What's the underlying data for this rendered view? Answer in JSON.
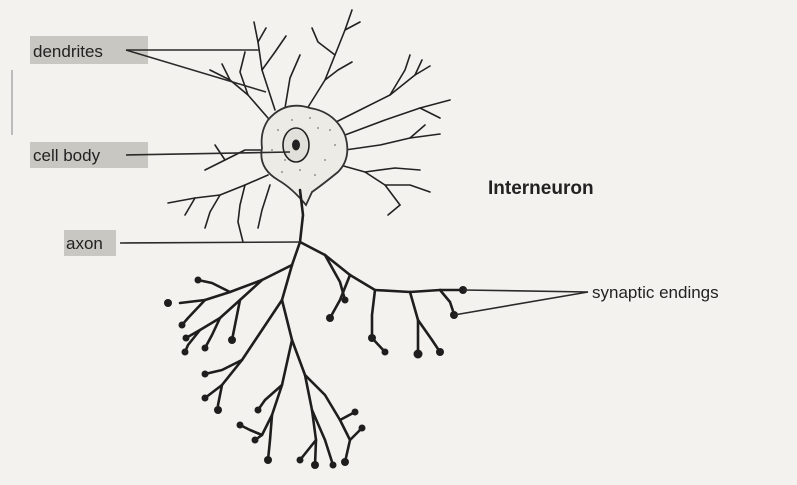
{
  "labels": {
    "dendrites": "dendrites",
    "cell_body": "cell body",
    "axon": "axon",
    "synaptic_endings": "synaptic endings",
    "title": "Interneuron"
  },
  "colors": {
    "ink": "#222222",
    "label_highlight": "#c9c7c1",
    "background": "#f3f2ee"
  }
}
